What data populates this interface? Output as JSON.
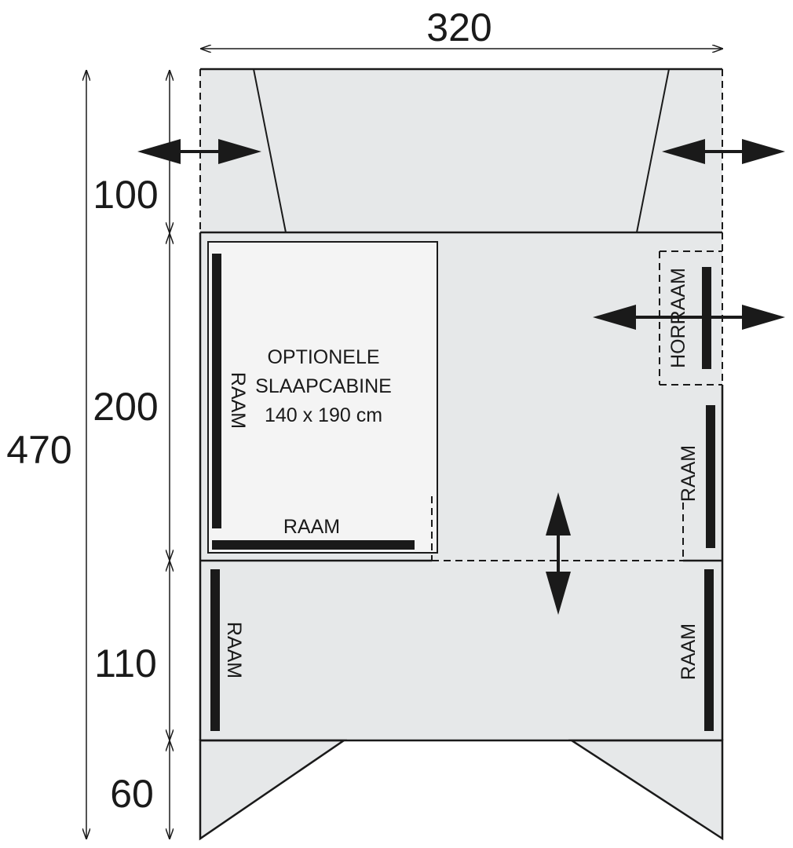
{
  "dimensions": {
    "total_width": "320",
    "total_depth": "470",
    "section_depths": [
      "100",
      "200",
      "110",
      "60"
    ]
  },
  "cabin": {
    "title_line1": "OPTIONELE",
    "title_line2": "SLAAPCABINE",
    "size": "140 x 190 cm"
  },
  "labels": {
    "window": "RAAM",
    "mesh_window": "HORRAAM"
  },
  "colors": {
    "floor": "#e6e8e9",
    "cabin": "#f4f4f4",
    "line": "#1a1a1a",
    "window": "#1a1a1a"
  }
}
